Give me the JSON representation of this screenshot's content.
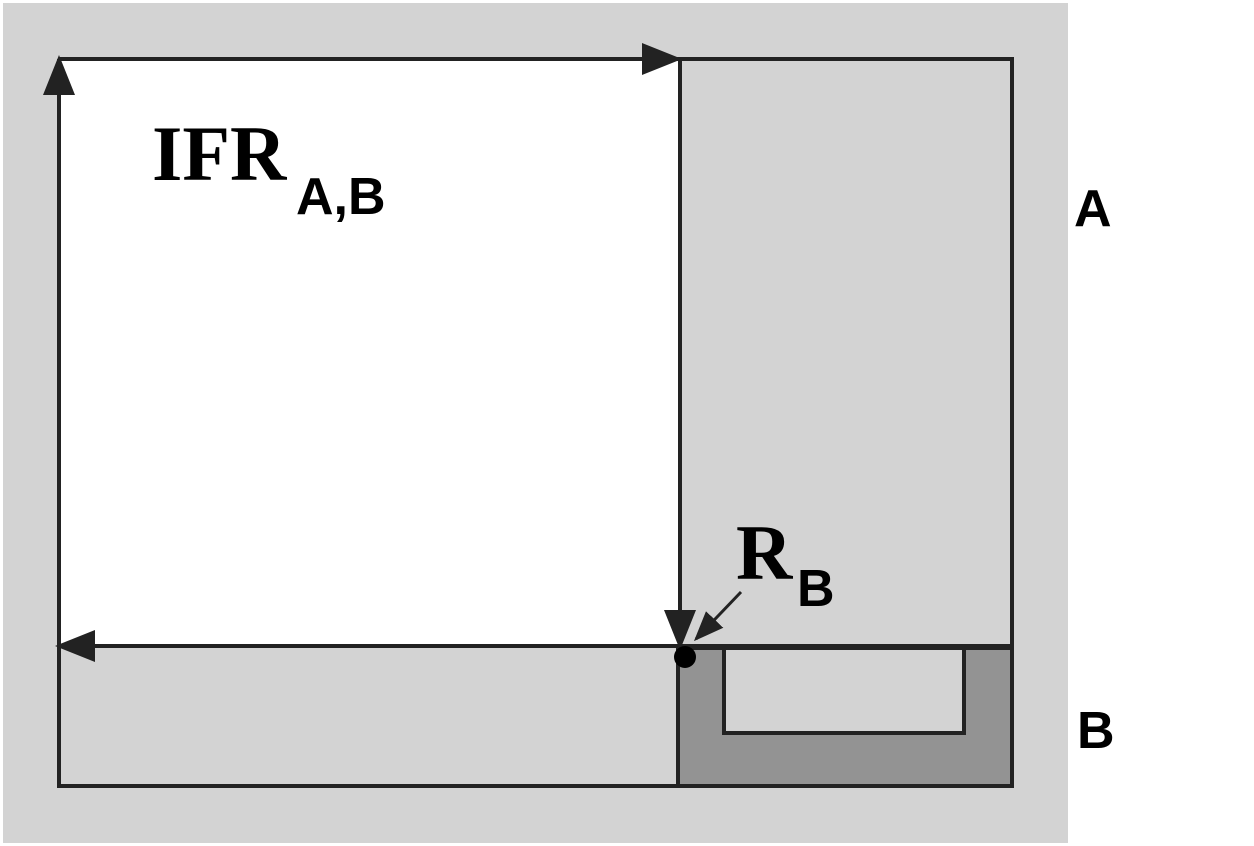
{
  "labels": {
    "ifr_main": "IFR",
    "ifr_sub": "A,B",
    "region_a": "A",
    "region_b": "B",
    "r_main": "R",
    "r_sub": "B"
  },
  "colors": {
    "background": "#d3d3d3",
    "ifr_fill": "#ffffff",
    "region_fill": "#d3d3d3",
    "b_component_fill": "#939393",
    "stroke": "#222222",
    "point": "#000000"
  }
}
